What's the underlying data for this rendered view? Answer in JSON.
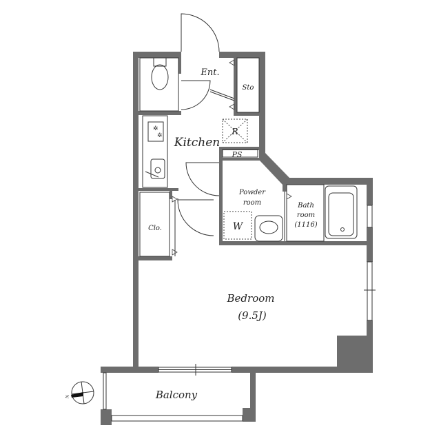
{
  "rooms": {
    "entrance": "Ent.",
    "storage": "Sto",
    "kitchen": "Kitchen",
    "refrigerator": "R",
    "pipe_space": "PS",
    "powder_room_line1": "Powder",
    "powder_room_line2": "room",
    "washer": "W",
    "bath_line1": "Bath",
    "bath_line2": "room",
    "bath_size": "(1116)",
    "closet": "Clo.",
    "bedroom": "Bedroom",
    "bedroom_size": "(9.5J)",
    "balcony": "Balcony"
  },
  "compass": {
    "north_label": "N"
  },
  "colors": {
    "wall": "#6d6d6d",
    "line": "#333333"
  }
}
